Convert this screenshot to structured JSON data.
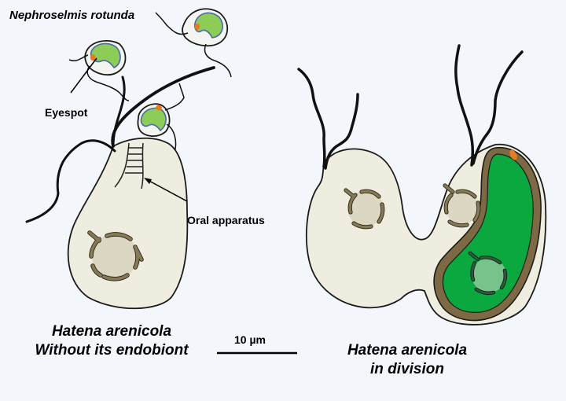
{
  "labels": {
    "species": "Nephroselmis rotunda",
    "eyespot": "Eyespot",
    "oral_apparatus": "Oral apparatus",
    "scale_bar": "10 µm"
  },
  "captions": {
    "left_line1": "Hatena arenicola",
    "left_line2": "Without its endobiont",
    "right_line1": "Hatena arenicola",
    "right_line2": "in division"
  },
  "colors": {
    "background": "#f3f6fb",
    "cell_body": "#efece0",
    "endosymbiont": "#0aa83f",
    "symbiont_rim": "#7d6a45",
    "algae_green": "#8dcc57",
    "algae_blue": "#4a6aa8",
    "eyespot": "#e87a24",
    "nucleus_fill": "#dbd7c3",
    "chromatin": "#857a55"
  }
}
